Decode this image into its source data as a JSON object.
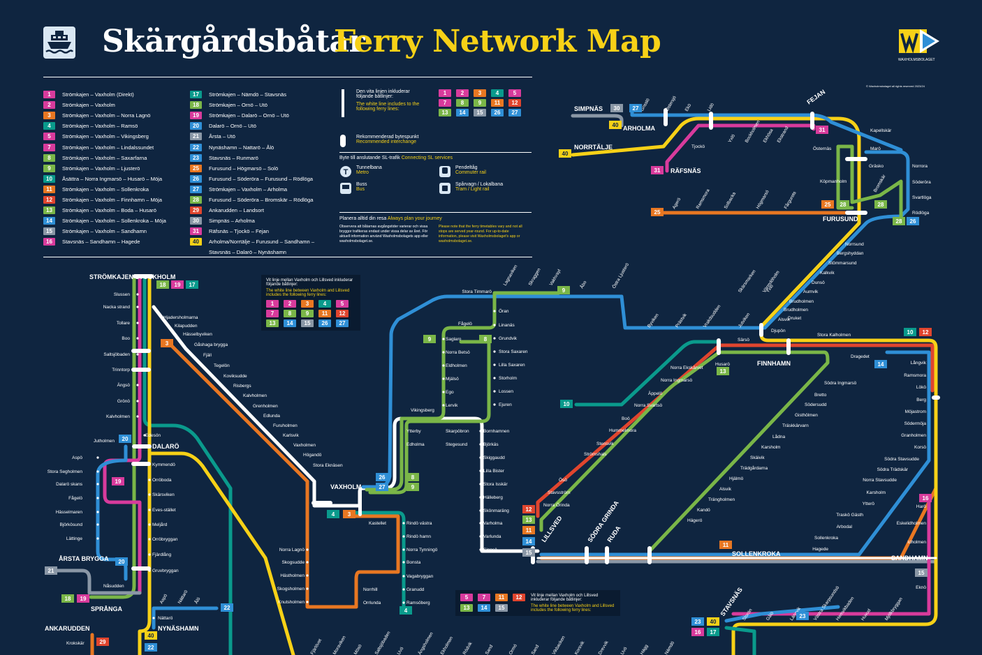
{
  "header": {
    "title_sv": "Skärgårdsbåtar",
    "title_en": "Ferry Network Map",
    "brand_text": "WAXHOLMSBOLAGET",
    "copyright": "© Waxholmsbolaget all rights reserved 2023/24"
  },
  "colors": {
    "background": "#0f2540",
    "accent_yellow": "#f7d117",
    "line_blue": "#2f8fd6",
    "line_green": "#7ab648",
    "line_orange": "#e87722",
    "line_pink": "#d83b9c",
    "line_teal": "#0a9a8c",
    "line_white": "#ffffff",
    "line_gray": "#8a97a6",
    "line_red": "#e0452e"
  },
  "legend_left": [
    {
      "num": "1",
      "color": "#d83b9c",
      "label": "Strömkajen – Vaxholm (Direkt)"
    },
    {
      "num": "2",
      "color": "#d83b9c",
      "label": "Strömkajen – Vaxholm"
    },
    {
      "num": "3",
      "color": "#e87722",
      "label": "Strömkajen – Vaxholm – Norra Lagnö"
    },
    {
      "num": "4",
      "color": "#0a9a8c",
      "label": "Strömkajen – Vaxholm – Ramsö"
    },
    {
      "num": "5",
      "color": "#d83b9c",
      "label": "Strömkajen – Vaxholm – Vikingsberg"
    },
    {
      "num": "7",
      "color": "#d83b9c",
      "label": "Strömkajen – Vaxholm – Lindalssundet"
    },
    {
      "num": "8",
      "color": "#7ab648",
      "label": "Strömkajen – Vaxholm – Saxarfarna"
    },
    {
      "num": "9",
      "color": "#7ab648",
      "label": "Strömkajen – Vaxholm – Ljusterö"
    },
    {
      "num": "10",
      "color": "#0a9a8c",
      "label": "Åsättra – Norra Ingmarsö – Husarö – Möja"
    },
    {
      "num": "11",
      "color": "#e87722",
      "label": "Strömkajen – Vaxholm – Sollenkroka"
    },
    {
      "num": "12",
      "color": "#e0452e",
      "label": "Strömkajen – Vaxholm – Finnhamn – Möja"
    },
    {
      "num": "13",
      "color": "#7ab648",
      "label": "Strömkajen – Vaxholm – Boda – Husarö"
    },
    {
      "num": "14",
      "color": "#2f8fd6",
      "label": "Strömkajen – Vaxholm – Sollenkroka – Möja"
    },
    {
      "num": "15",
      "color": "#8a97a6",
      "label": "Strömkajen – Vaxholm – Sandhamn"
    },
    {
      "num": "16",
      "color": "#d83b9c",
      "label": "Stavsnäs – Sandhamn – Hagede"
    }
  ],
  "legend_mid": [
    {
      "num": "17",
      "color": "#0a9a8c",
      "label": "Strömkajen – Nämdö – Stavsnäs"
    },
    {
      "num": "18",
      "color": "#7ab648",
      "label": "Strömkajen – Ornö – Utö"
    },
    {
      "num": "19",
      "color": "#d83b9c",
      "label": "Strömkajen – Dalarö – Ornö – Utö"
    },
    {
      "num": "20",
      "color": "#2f8fd6",
      "label": "Dalarö – Ornö – Utö"
    },
    {
      "num": "21",
      "color": "#8a97a6",
      "label": "Årsta – Utö"
    },
    {
      "num": "22",
      "color": "#2f8fd6",
      "label": "Nynäshamn – Nattarö – Ålö"
    },
    {
      "num": "23",
      "color": "#2f8fd6",
      "label": "Stavsnäs – Runmarö"
    },
    {
      "num": "25",
      "color": "#e87722",
      "label": "Furusund – Högmarsö – Solö"
    },
    {
      "num": "26",
      "color": "#2f8fd6",
      "label": "Furusund – Söderöra – Furusund – Rödlöga"
    },
    {
      "num": "27",
      "color": "#2f8fd6",
      "label": "Strömkajen – Vaxholm – Arholma"
    },
    {
      "num": "28",
      "color": "#7ab648",
      "label": "Furusund – Söderöra – Bromskär – Rödlöga"
    },
    {
      "num": "29",
      "color": "#e0452e",
      "label": "Ankarudden – Landsort"
    },
    {
      "num": "30",
      "color": "#8a97a6",
      "label": "Simpnäs – Arholma"
    },
    {
      "num": "31",
      "color": "#d83b9c",
      "label": "Räfsnäs – Tjockö – Fejan"
    },
    {
      "num": "40",
      "color": "#f7d117",
      "label": "Arholma/Norrtälje – Furusund – Sandhamn –"
    },
    {
      "num": "",
      "color": "",
      "label": "Stavsnäs – Dalarö – Nynäshamn"
    }
  ],
  "notes": {
    "white_line_sv": "Den vita linjen inkluderar följande båtlinjer:",
    "white_line_en": "The white line includes to the following ferry lines:",
    "interchange_sv": "Rekommenderad bytespunkt",
    "interchange_en": "Recommended interchange",
    "connect_sv": "Byte till anslutande SL-trafik",
    "connect_en": "Connecting SL services",
    "metro_sv": "Tunnelbana",
    "metro_en": "Metro",
    "bus_sv": "Buss",
    "bus_en": "Bus",
    "rail_sv": "Pendeltåg",
    "rail_en": "Commuter rail",
    "tram_sv": "Spårvagn / Lokalbana",
    "tram_en": "Tram / Light rail",
    "plan_sv": "Planera alltid din resa",
    "plan_en": "Always plan your journey",
    "plan_body_sv": "Observera att båtarnas avgångstider varierar och vissa bryggor trafikeras endast under vissa delar av året. För aktuell information använd Waxholmsbolagets app eller waxholmsbolaget.se.",
    "plan_body_en": "Please note that the ferry timetables vary and not all stops are served year-round. For up-to-date information, please visit Waxholmsbolaget's app or waxholmsbolaget.se.",
    "white_lines": [
      {
        "num": "1",
        "color": "#d83b9c"
      },
      {
        "num": "2",
        "color": "#d83b9c"
      },
      {
        "num": "3",
        "color": "#e87722"
      },
      {
        "num": "4",
        "color": "#0a9a8c"
      },
      {
        "num": "5",
        "color": "#d83b9c"
      },
      {
        "num": "7",
        "color": "#d83b9c"
      },
      {
        "num": "8",
        "color": "#7ab648"
      },
      {
        "num": "9",
        "color": "#7ab648"
      },
      {
        "num": "11",
        "color": "#e87722"
      },
      {
        "num": "12",
        "color": "#e0452e"
      },
      {
        "num": "13",
        "color": "#7ab648"
      },
      {
        "num": "14",
        "color": "#2f8fd6"
      },
      {
        "num": "15",
        "color": "#8a97a6"
      },
      {
        "num": "26",
        "color": "#2f8fd6"
      },
      {
        "num": "27",
        "color": "#2f8fd6"
      }
    ]
  },
  "callouts": {
    "a_sv": "Vit linje mellan Vaxholm och Lillsved inkluderar följande båtlinjer:",
    "a_en": "The white line between Vaxholm and Lillsved includes the following ferry lines:",
    "a_lines": [
      {
        "num": "1",
        "color": "#d83b9c"
      },
      {
        "num": "2",
        "color": "#d83b9c"
      },
      {
        "num": "3",
        "color": "#e87722"
      },
      {
        "num": "4",
        "color": "#0a9a8c"
      },
      {
        "num": "5",
        "color": "#d83b9c"
      },
      {
        "num": "7",
        "color": "#d83b9c"
      },
      {
        "num": "8",
        "color": "#7ab648"
      },
      {
        "num": "9",
        "color": "#7ab648"
      },
      {
        "num": "11",
        "color": "#e87722"
      },
      {
        "num": "12",
        "color": "#e0452e"
      },
      {
        "num": "13",
        "color": "#7ab648"
      },
      {
        "num": "14",
        "color": "#2f8fd6"
      },
      {
        "num": "15",
        "color": "#8a97a6"
      },
      {
        "num": "26",
        "color": "#2f8fd6"
      },
      {
        "num": "27",
        "color": "#2f8fd6"
      }
    ],
    "b_sv": "Vit linje mellan Vaxholm och Lillsved inkluderar följande båtlinjer:",
    "b_en": "The white line between Vaxholm and Lillsved includes the following ferry lines:",
    "b_lines": [
      {
        "num": "5",
        "color": "#d83b9c"
      },
      {
        "num": "7",
        "color": "#d83b9c"
      },
      {
        "num": "11",
        "color": "#e87722"
      },
      {
        "num": "12",
        "color": "#e0452e"
      },
      {
        "num": "13",
        "color": "#7ab648"
      },
      {
        "num": "14",
        "color": "#2f8fd6"
      },
      {
        "num": "15",
        "color": "#8a97a6"
      }
    ]
  },
  "hubs": {
    "stromkajen": "STRÖMKAJEN STOCKHOLM",
    "vaxholm": "VAXHOLM",
    "dalaro": "DALARÖ",
    "nynashamn": "NYNÄSHAMN",
    "arsta": "ÅRSTA BRYGGA",
    "spranga": "SPRÅNGA",
    "ankarudden": "ANKARUDDEN",
    "simpnas": "SIMPNÄS",
    "arholma": "ARHOLMA",
    "norrtalje": "NORRTÄLJE",
    "rafsnas": "RÄFSNÄS",
    "furusund": "FURUSUND",
    "fejan": "FEJAN",
    "finnhamn": "FINNHAMN",
    "sollenkroka": "SOLLENKROKA",
    "sandhamn": "SANDHAMN",
    "stavsnas": "STAVSNÄS",
    "lillsved": "LILLSVED",
    "sodra_granda": "SÖDRA GRINDA",
    "ruda": "RUDA"
  },
  "stations": {
    "west": [
      "Slussen",
      "Nacka strand",
      "Tollare",
      "Boo",
      "Saltsjöbaden",
      "Trinntorp",
      "Ängsö",
      "Grönö",
      "Kalvholmen",
      "Edesön",
      "Jutholmen",
      "Aspö",
      "Stora Segholmen",
      "Dalarö skans",
      "Fågelö",
      "Hässelmaren",
      "Björkösund",
      "Lättinge",
      "Nåsudden"
    ],
    "dalaro_line": [
      "Kymmendö",
      "Orröboda",
      "Skärsviken",
      "Eves-stället",
      "Meljård",
      "Orröbryggan",
      "Fjärdlång",
      "Gruvbryggan",
      "Nättarö"
    ],
    "nacka": [
      "Hjadersholmarna",
      "Kilapudden",
      "Hässelbyviken",
      "Gåshaga brygga",
      "Fjäll",
      "Tegelön",
      "Koviksudde",
      "Risbergs",
      "Kalvholmen",
      "Grenholmen",
      "Edlunda",
      "Furuholmen",
      "Karlsvik",
      "Vaxholmen",
      "Högandö",
      "Stora Eknäsen"
    ],
    "vaxholm_south": [
      "Kastellet",
      "Rindö västra",
      "Rindö hamn",
      "Norra Tynningö",
      "Bonsta",
      "Vagabryggan",
      "Granudd",
      "Norrhill",
      "Orrlunda",
      "Ramsöberg",
      "Norra Lagnö",
      "Skogsudde",
      "Hästholmen",
      "Skogsholmen",
      "Knutsholmen"
    ],
    "ljustero": [
      "Stora Timmarö",
      "Lagnaviken",
      "Skraggen",
      "Vakhvayl",
      "Åbo",
      "Östra Ljusterö",
      "Öran",
      "Linanäs",
      "Grundvik",
      "Stora Saxaren",
      "Lilla Saxaren",
      "Storholm",
      "Lossen",
      "Ejuren",
      "Fågelö",
      "Saglaro",
      "Norra Betsö",
      "Eldholmen",
      "Mjälsö",
      "Ego",
      "Lervik",
      "Vikingsberg",
      "Ytterby",
      "Edholma",
      "Skarpöbron",
      "Stegesund",
      "Bornhamnen",
      "Björkäs",
      "Skiggaudd",
      "Lilla Bister",
      "Stora Isskär",
      "Hälleberg",
      "Skönmaräng",
      "Varholma",
      "Varlunda",
      "Sippsö"
    ],
    "east": [
      "Djupön",
      "Byviken",
      "Prästvik",
      "Vrakdsudden",
      "Jutviken",
      "Skärsmarken",
      "Värmdöholm",
      "Brudholmen",
      "Druket",
      "Alsvik",
      "Stora Kalholmen",
      "Dragedet",
      "Särsö",
      "Husarö",
      "Norra Ekskärvet",
      "Norra Ingmarsö",
      "Äppelö",
      "Norra Svartsö",
      "Boö",
      "Hummelmora",
      "Stensvik",
      "Strömshals",
      "Ösö",
      "Stavsström",
      "Norra Örinda"
    ],
    "mid_east": [
      "Södra Ingmarsö",
      "Bretto",
      "Södersudd",
      "Gisthölmen",
      "Träskkärvarn",
      "Lådna",
      "Karsholm",
      "Skäivik",
      "Trädgårdarna",
      "Hjälmö",
      "Alsvik",
      "Trängholmen",
      "Kandö",
      "Hägerö"
    ],
    "moja": [
      "Långvik",
      "Ramsmora",
      "Lökö",
      "Berg",
      "Möjastrom",
      "Södermöja",
      "Granholmen",
      "Korsö",
      "Södra Stavsudde",
      "Södra Trädskär",
      "Norra Stavsudde",
      "Karsholm",
      "Ytterö",
      "Traskö Gästh",
      "Arbodal",
      "Sollenkroka",
      "Hagede",
      "Harö",
      "Eskelidholmen",
      "Idholmen",
      "Eknö"
    ],
    "north": [
      "Grisslö",
      "Östersjö",
      "Ekö",
      "Lidö",
      "Yxlö",
      "Bockholmen",
      "Ekhösa",
      "Tjockö",
      "Ekstrand",
      "Kapellskär",
      "Östernäs",
      "Marö",
      "Gräsko",
      "Köpmanholm",
      "Bromskär",
      "Norrora",
      "Söderöra",
      "Svartlöga",
      "Rödlöga",
      "Agerö",
      "Ramsmora",
      "Solbacka",
      "Högmarsö",
      "Fårgurets"
    ],
    "furusund_south": [
      "Norrsund",
      "Bergshyddan",
      "Stömmarsund",
      "Kalkvik",
      "Dunsö",
      "Aumvik",
      "Yxlö",
      "Brudholmen"
    ],
    "bottom": [
      "Fjärlövet",
      "Moraviken",
      "Mösö",
      "Saltsjöbaden",
      "Uvö",
      "Ängsholmen",
      "Ekholmen",
      "Rödvik",
      "Sand",
      "Ormö",
      "Sand",
      "Vikbacken",
      "Korsvik",
      "Drevvik",
      "Uvö",
      "Hägg",
      "Nämdö"
    ],
    "stavsnas_east": [
      "Storön",
      "Gålö",
      "Länsvik",
      "Västra Skarpsundsö",
      "Hemvikbaden",
      "Huvud",
      "Mjölkbryggan"
    ],
    "south": [
      "Aspö",
      "Nättarö",
      "Ålö",
      "Krokskär"
    ]
  }
}
